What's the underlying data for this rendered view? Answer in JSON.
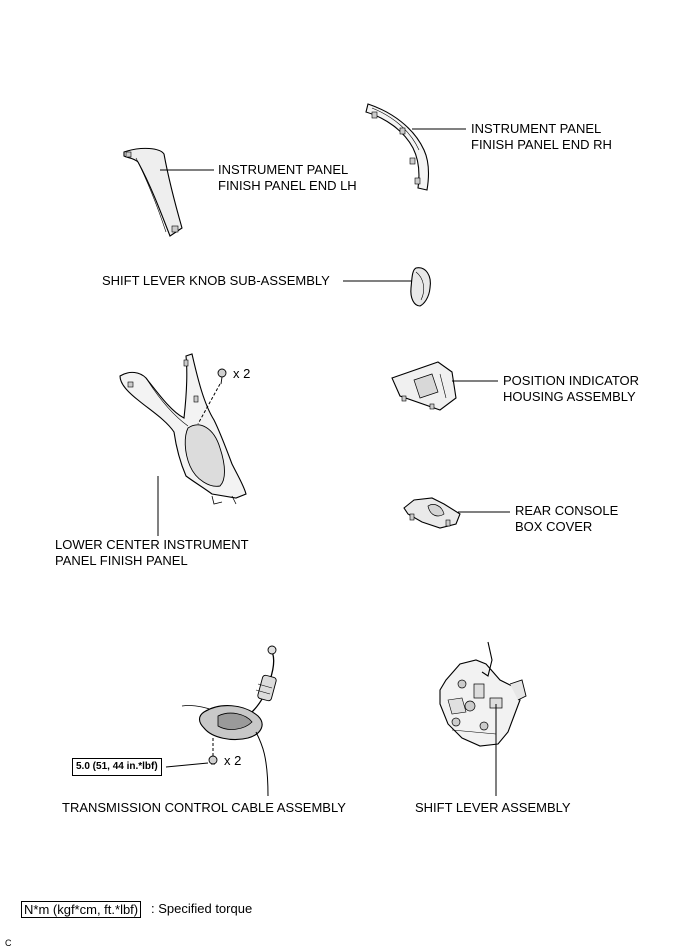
{
  "labels": {
    "finish_panel_end_rh": [
      "INSTRUMENT PANEL",
      "FINISH PANEL END RH"
    ],
    "finish_panel_end_lh": [
      "INSTRUMENT PANEL",
      "FINISH PANEL END LH"
    ],
    "shift_lever_knob": "SHIFT LEVER KNOB SUB-ASSEMBLY",
    "lower_center_panel": [
      "LOWER CENTER INSTRUMENT",
      "PANEL FINISH PANEL"
    ],
    "position_indicator": [
      "POSITION INDICATOR",
      "HOUSING ASSEMBLY"
    ],
    "rear_console_cover": [
      "REAR CONSOLE",
      "BOX COVER"
    ],
    "transmission_cable": "TRANSMISSION CONTROL CABLE ASSEMBLY",
    "shift_lever_assembly": "SHIFT LEVER ASSEMBLY"
  },
  "quantities": {
    "upper_clip": "x 2",
    "lower_bolt": "x 2"
  },
  "torque": {
    "value": "5.0 (51, 44 in.*lbf)"
  },
  "legend": {
    "box_text": "N*m (kgf*cm, ft.*lbf)",
    "description": ": Specified torque"
  },
  "corner_mark": "C"
}
